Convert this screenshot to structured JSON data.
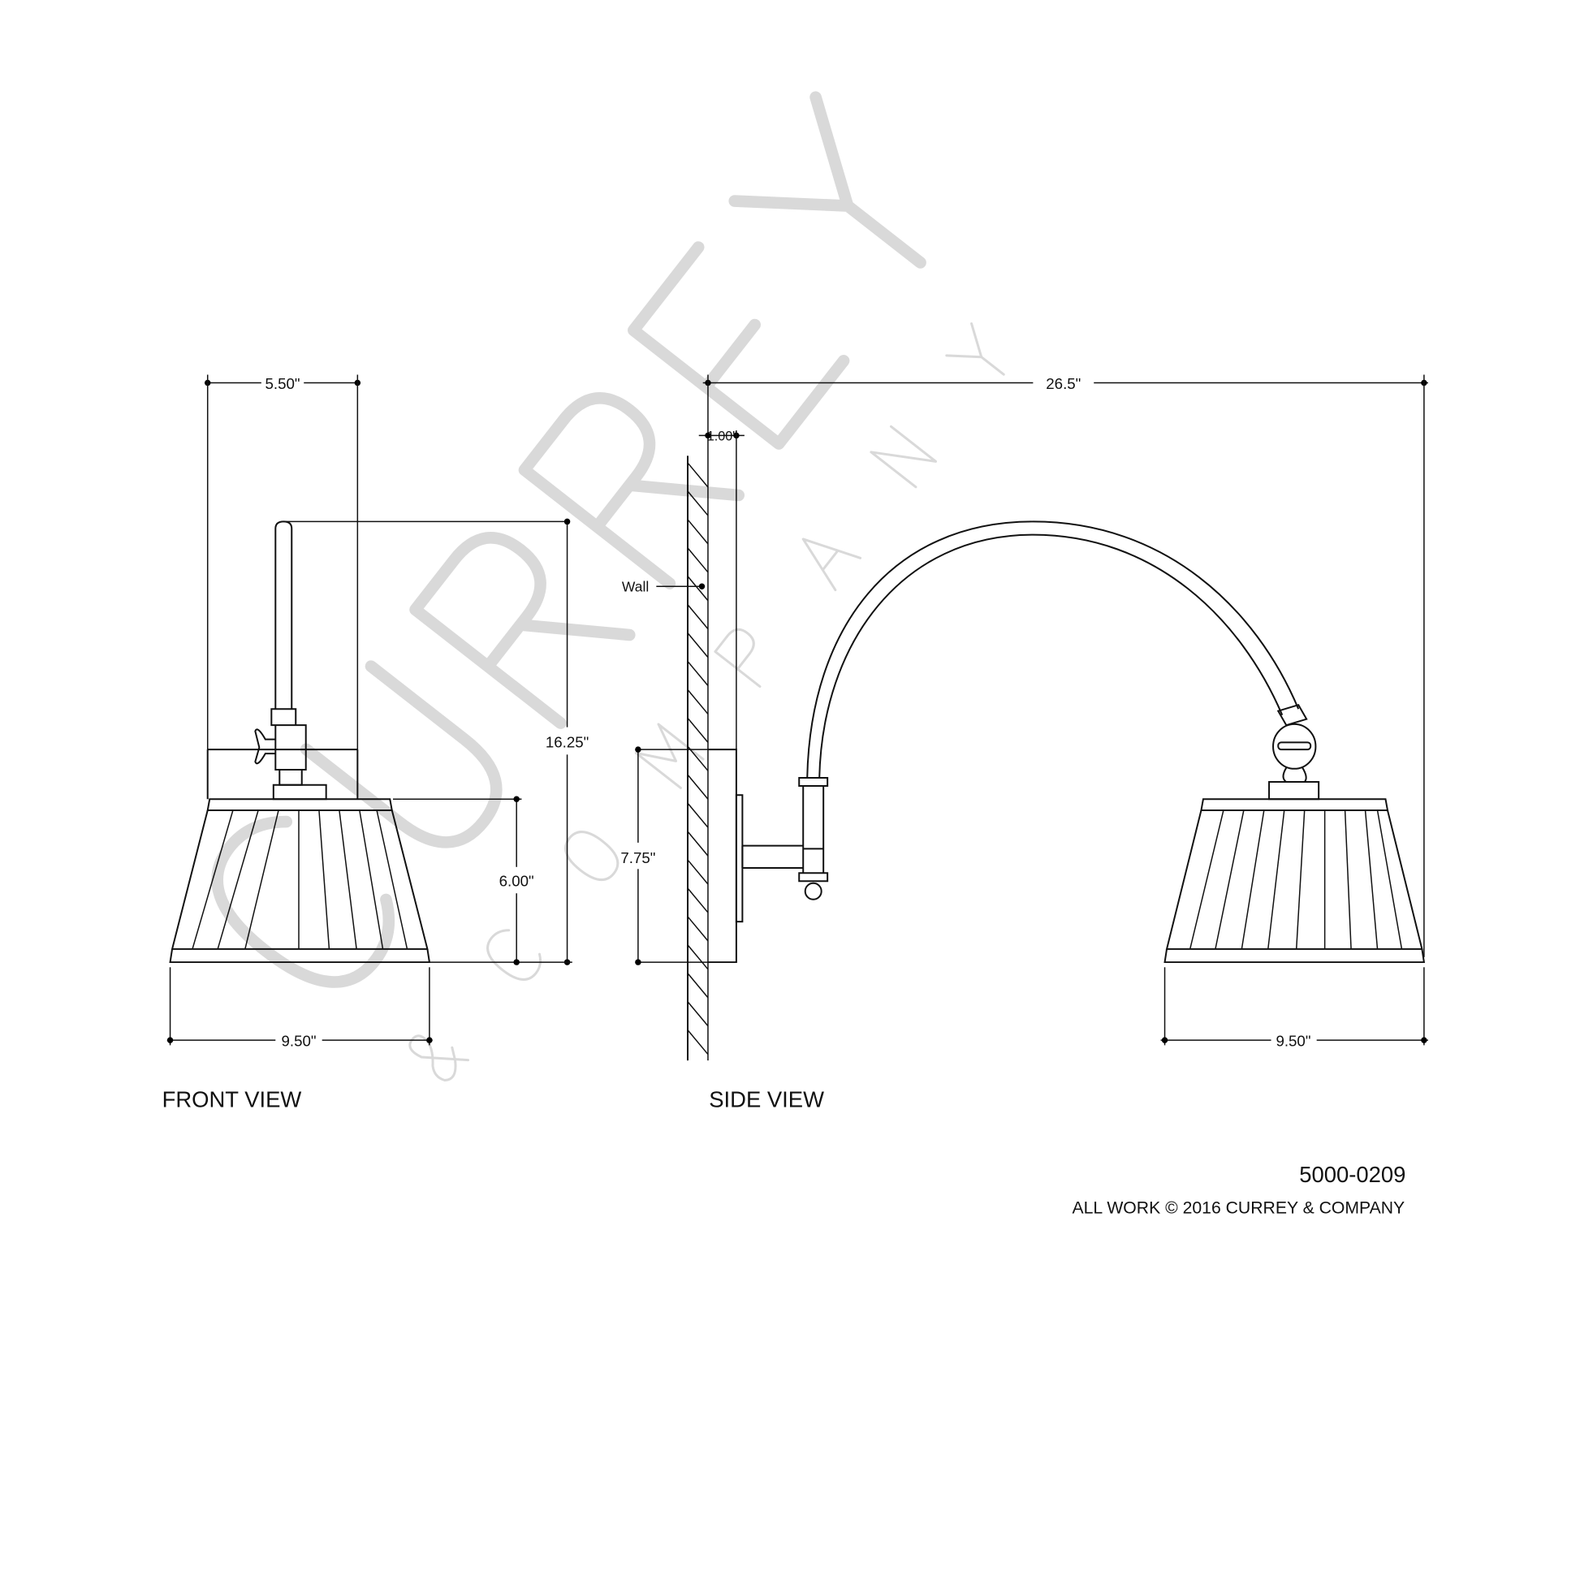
{
  "drawing": {
    "front_view": {
      "title": "FRONT VIEW",
      "dims": {
        "width_top": "5.50\"",
        "height_total": "16.25\"",
        "shade_height": "6.00\"",
        "shade_width": "9.50\""
      }
    },
    "side_view": {
      "title": "SIDE VIEW",
      "wall_label": "Wall",
      "dims": {
        "extension": "26.5\"",
        "plate_depth": "1.00\"",
        "backplate_height": "7.75\"",
        "shade_width": "9.50\""
      }
    },
    "part_number": "5000-0209",
    "copyright": "ALL WORK © 2016 CURREY & COMPANY",
    "watermark": {
      "line1": "CURREY",
      "line2": "& COMPANY"
    },
    "colors": {
      "line": "#111111",
      "watermark": "#d9d9d9"
    }
  }
}
